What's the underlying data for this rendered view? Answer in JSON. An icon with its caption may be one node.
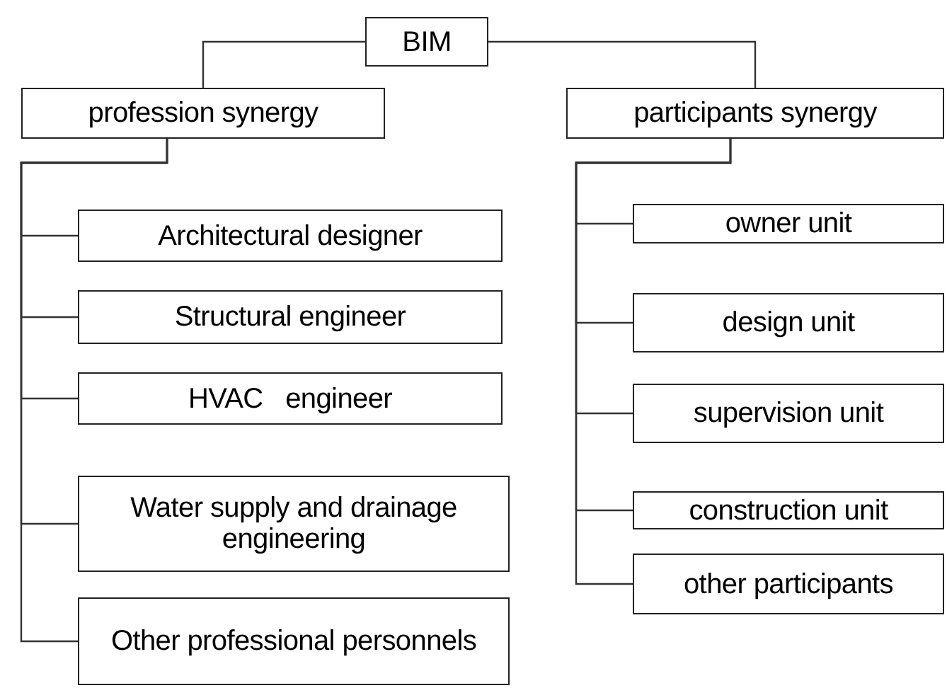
{
  "diagram": {
    "nodes": [
      {
        "text": [
          "BIM"
        ]
      },
      {
        "text": [
          "profession synergy"
        ]
      },
      {
        "text": [
          "participants synergy"
        ]
      },
      {
        "text": [
          "Architectural designer"
        ]
      },
      {
        "text": [
          "Structural engineer"
        ]
      },
      {
        "text": [
          "HVAC   engineer"
        ]
      },
      {
        "text": [
          "Water supply and drainage engineering"
        ]
      },
      {
        "text": [
          "Other professional personnels"
        ]
      },
      {
        "text": [
          "owner unit"
        ]
      },
      {
        "text": [
          "design unit"
        ]
      },
      {
        "text": [
          "supervision unit"
        ]
      },
      {
        "text": [
          "construction unit"
        ]
      },
      {
        "text": [
          "other participants"
        ]
      }
    ],
    "edges": [
      {
        "from": 0,
        "to": 1,
        "arrow": "none"
      },
      {
        "from": 0,
        "to": 2,
        "arrow": "none"
      },
      {
        "from": 1,
        "to": 3,
        "arrow": "none"
      },
      {
        "from": 1,
        "to": 4,
        "arrow": "none"
      },
      {
        "from": 1,
        "to": 5,
        "arrow": "none"
      },
      {
        "from": 1,
        "to": 6,
        "arrow": "none"
      },
      {
        "from": 1,
        "to": 7,
        "arrow": "none"
      },
      {
        "from": 2,
        "to": 8,
        "arrow": "none"
      },
      {
        "from": 2,
        "to": 9,
        "arrow": "none"
      },
      {
        "from": 2,
        "to": 10,
        "arrow": "none"
      },
      {
        "from": 2,
        "to": 11,
        "arrow": "none"
      },
      {
        "from": 2,
        "to": 12,
        "arrow": "none"
      }
    ]
  }
}
